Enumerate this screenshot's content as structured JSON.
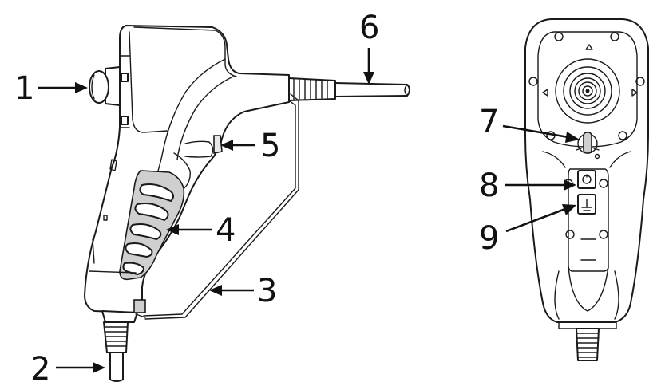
{
  "callouts": {
    "c1": "1",
    "c2": "2",
    "c3": "3",
    "c4": "4",
    "c5": "5",
    "c6": "6",
    "c7": "7",
    "c8": "8",
    "c9": "9"
  },
  "colors": {
    "line": "#1a1a1a",
    "fill": "#ffffff",
    "shade": "#e8e8e8"
  }
}
